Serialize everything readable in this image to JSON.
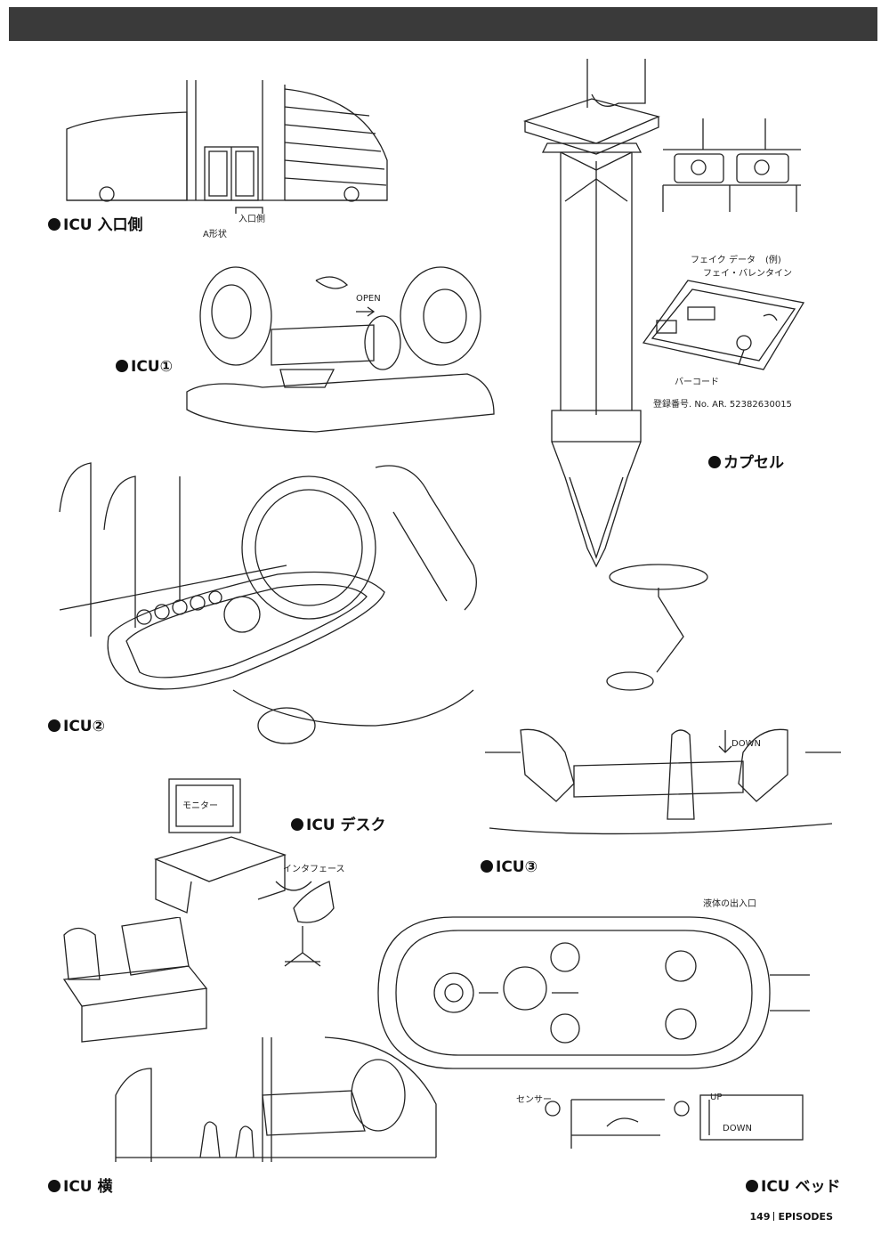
{
  "captions": {
    "icu_entrance": "ICU 入口側",
    "icu_1": "ICU①",
    "icu_2": "ICU②",
    "icu_desk": "ICU デスク",
    "icu_3": "ICU③",
    "icu_side": "ICU 横",
    "icu_bed": "ICU ベッド",
    "capsule": "カプセル"
  },
  "notes": {
    "entrance_sign": "入口側",
    "entrance_small": "A形状",
    "open_label": "OPEN",
    "down_label": "DOWN",
    "capsule_fake_data": "フェイク データ",
    "capsule_valentine": "フェイ・バレンタイン",
    "capsule_barcode": "バーコード",
    "capsule_serial": "登録番号. No. AR. 52382630015",
    "capsule_example": "(例)",
    "monitor": "モニター",
    "desk_note": "インタフェース",
    "bed_fluid": "液体の出入口",
    "bed_center": "センサー",
    "bed_up": "UP",
    "bed_down": "DOWN"
  },
  "footer": {
    "page_number": "149",
    "section": "EPISODES"
  }
}
